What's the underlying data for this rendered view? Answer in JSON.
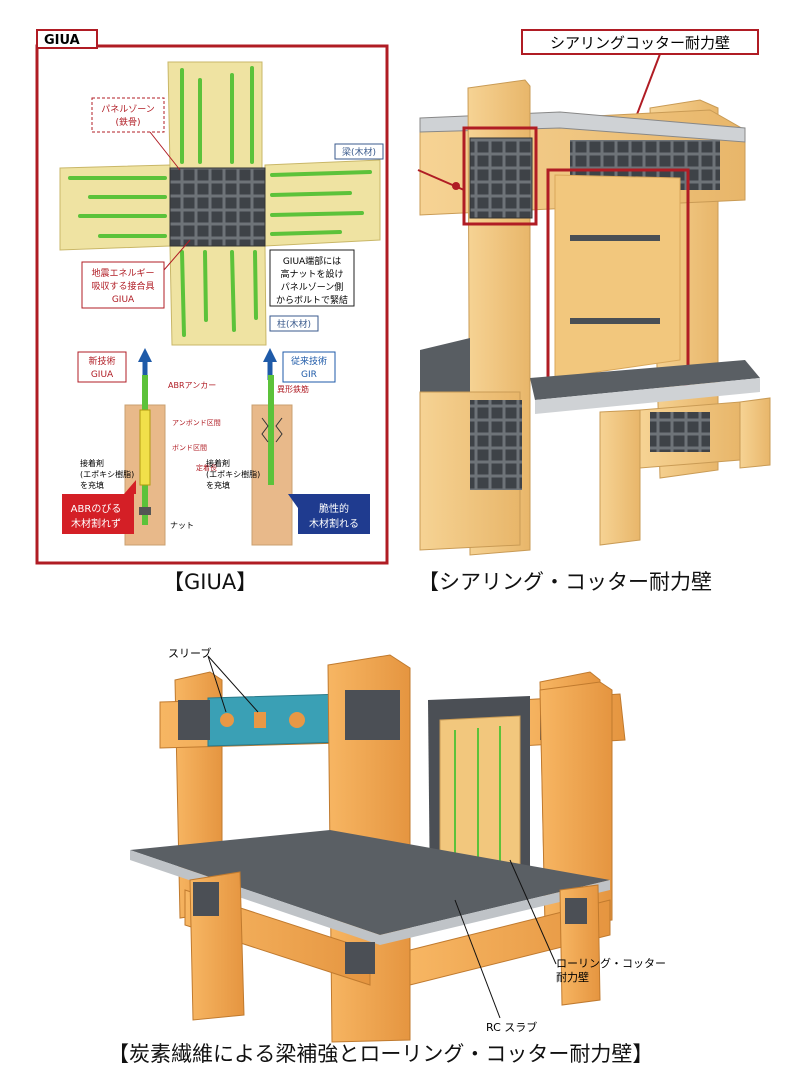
{
  "panel_giua": {
    "tag": "GIUA",
    "callouts": {
      "panel_zone": [
        "パネルゾーン",
        "(鉄骨)"
      ],
      "beam": "梁(木材)",
      "column": "柱(木材)",
      "energy": [
        "地震エネルギー",
        "吸収する接合具",
        "GIUA"
      ],
      "bolt_note": [
        "GIUA端部には",
        "高ナットを設け",
        "パネルゾーン側",
        "からボルトで緊結"
      ]
    },
    "new_tech": [
      "新技術",
      "GIUA"
    ],
    "old_tech": [
      "従来技術",
      "GIR"
    ],
    "abr_anchor": "ABRアンカー",
    "deformed_bar": "異形鉄筋",
    "anchor_len": [
      "アンボンド区間",
      "ボンド区間",
      "定着長"
    ],
    "adhesive_left": [
      "接着剤",
      "(エポキシ樹脂)",
      "を充填"
    ],
    "adhesive_right": [
      "接着剤",
      "(エポキシ樹脂)",
      "を充填"
    ],
    "nut": "ナット",
    "red_badge": [
      "ABRのびる",
      "木材割れず"
    ],
    "blue_badge": [
      "脆性的",
      "木材割れる"
    ]
  },
  "panel_shear": {
    "title": "シアリングコッター耐力壁"
  },
  "panel_bottom": {
    "sleeve": "スリーブ",
    "wall": [
      "ローリング・コッター",
      "耐力壁"
    ],
    "slab": "RC スラブ"
  },
  "captions": {
    "giua": "【GIUA】",
    "shear": "【シアリング・コッター耐力壁",
    "bottom": "【炭素繊維による梁補強とローリング・コッター耐力壁】"
  },
  "colors": {
    "frame_red": "#b01c24",
    "wood": "#f2c77d",
    "wood_dark": "#d9a75a",
    "wood_orange": "#f3a64f",
    "steel": "#555a60",
    "teal": "#3aa0b5",
    "rebar_green": "#5cc23a"
  }
}
